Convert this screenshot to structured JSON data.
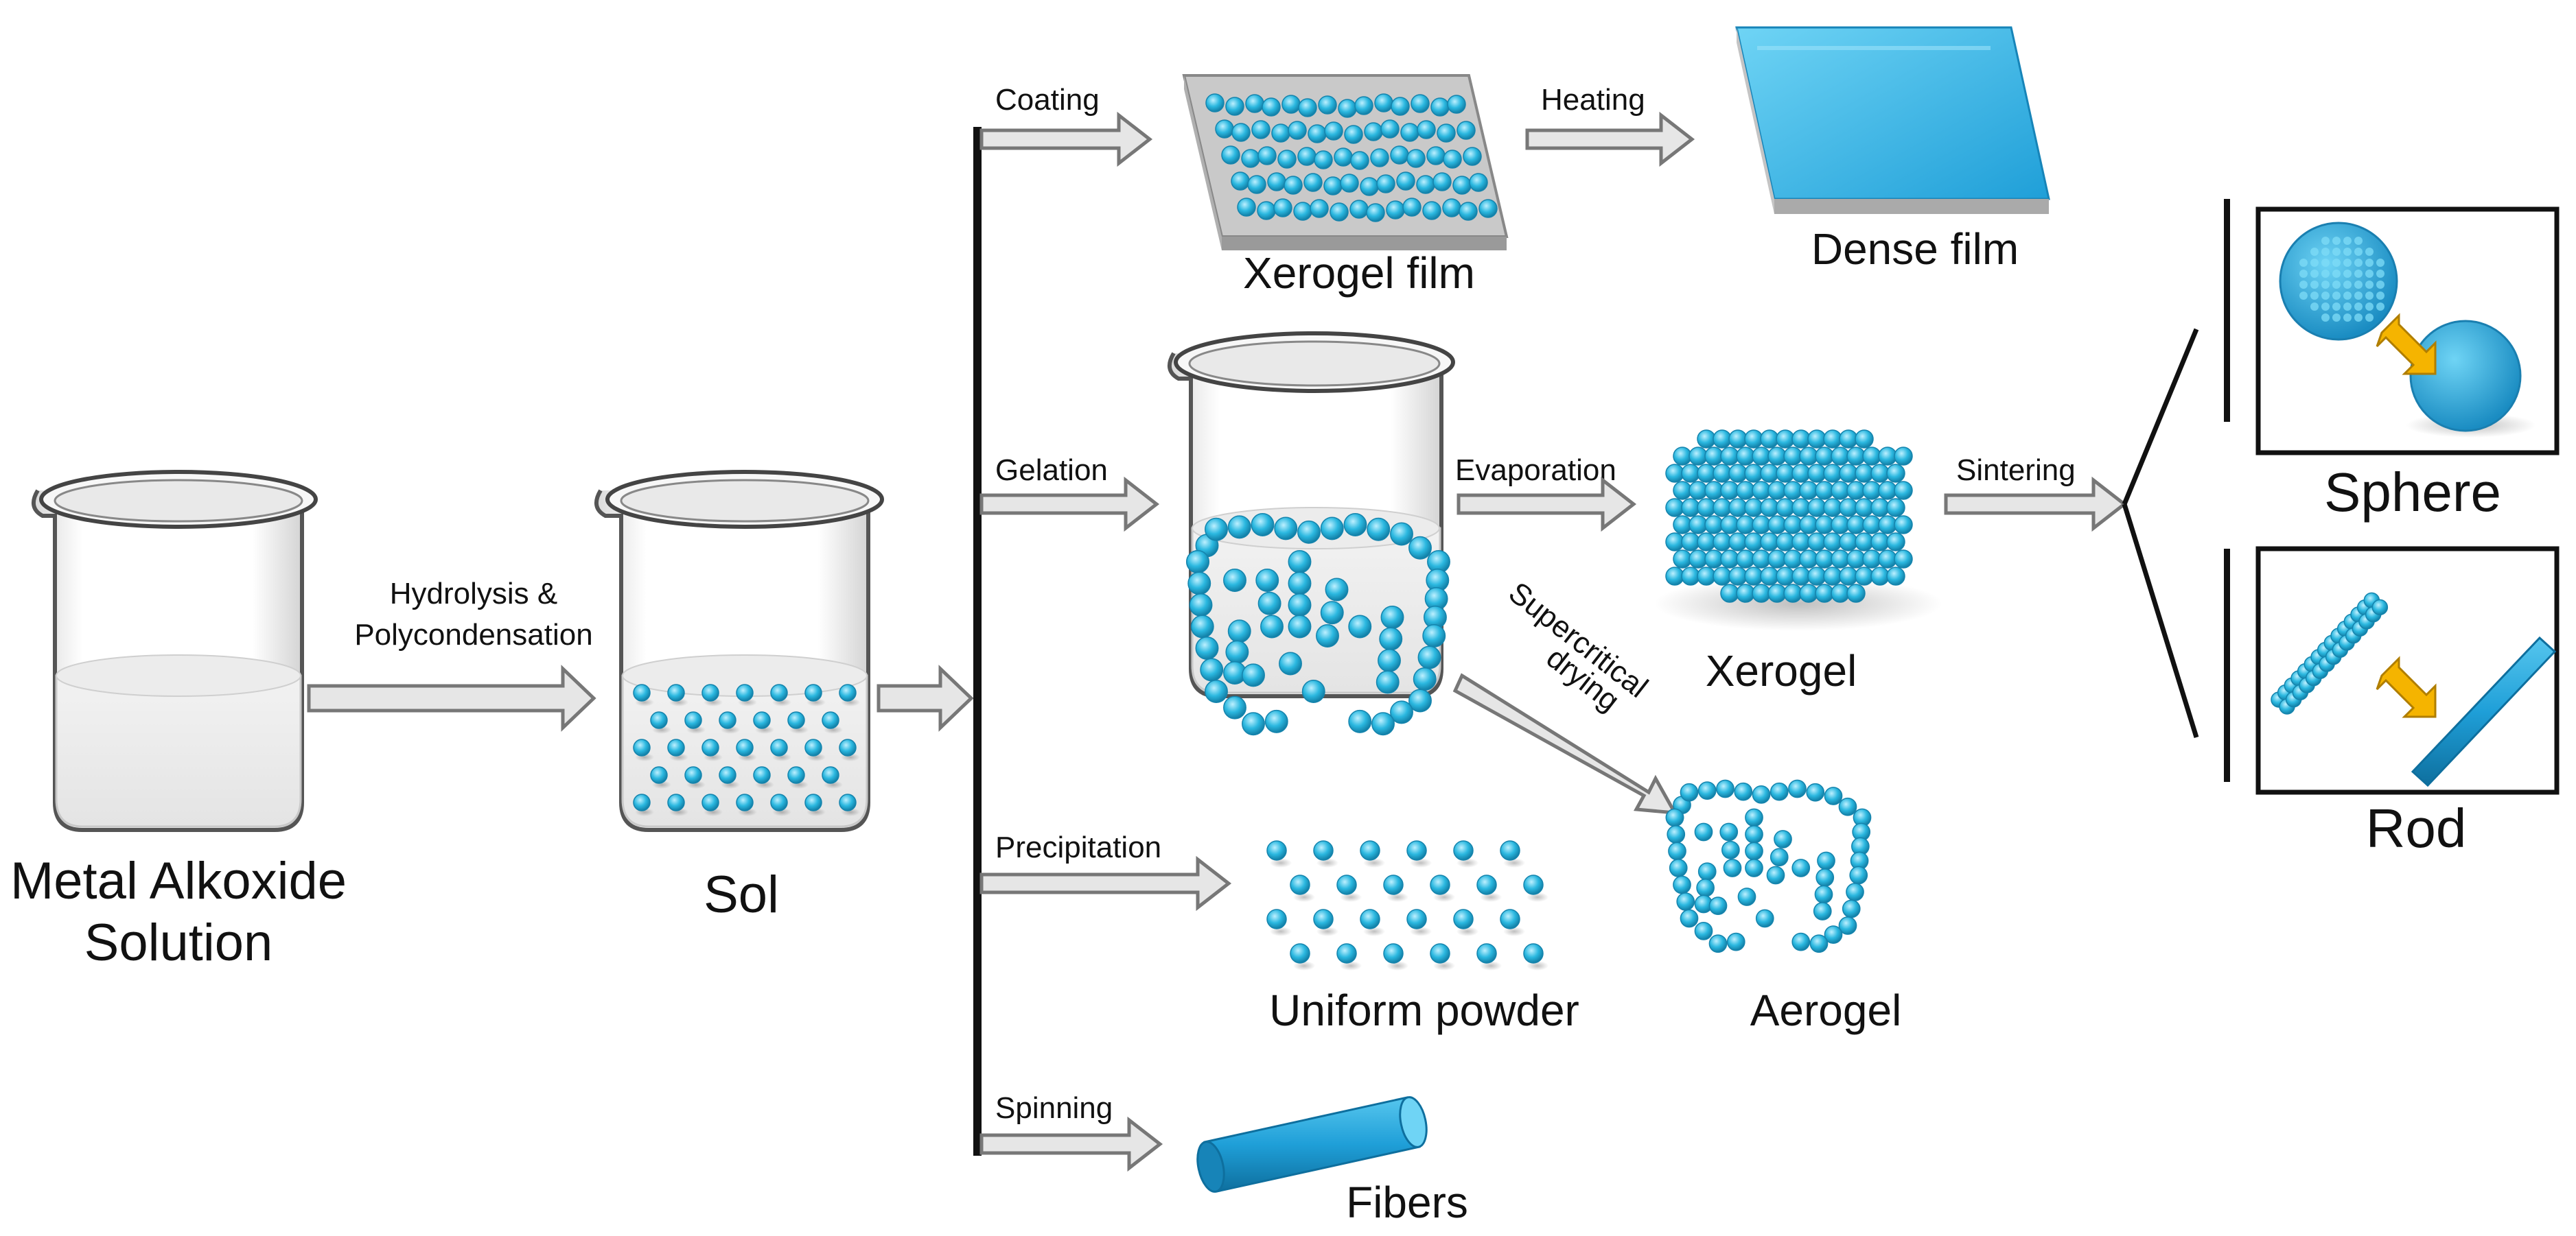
{
  "labels": {
    "metal_alkoxide_line1": "Metal Alkoxide",
    "metal_alkoxide_line2": "Solution",
    "hydrolysis_line1": "Hydrolysis &",
    "hydrolysis_line2": "Polycondensation",
    "sol": "Sol",
    "coating": "Coating",
    "heating": "Heating",
    "xerogel_film": "Xerogel film",
    "dense_film": "Dense film",
    "gelation": "Gelation",
    "evaporation": "Evaporation",
    "sintering": "Sintering",
    "xerogel": "Xerogel",
    "supercritical_line1": "Supercritical",
    "supercritical_line2": "drying",
    "aerogel": "Aerogel",
    "precipitation": "Precipitation",
    "uniform_powder": "Uniform powder",
    "spinning": "Spinning",
    "fibers": "Fibers",
    "sphere": "Sphere",
    "rod": "Rod"
  },
  "colors": {
    "particle": "#2bb8e0",
    "particle_dark": "#1a9cc6",
    "solid_blue": "#1f9fd8",
    "arrow_fill": "#e6e6e6",
    "arrow_stroke": "#777777",
    "yellow_arrow": "#f5b400",
    "line": "#111111"
  }
}
